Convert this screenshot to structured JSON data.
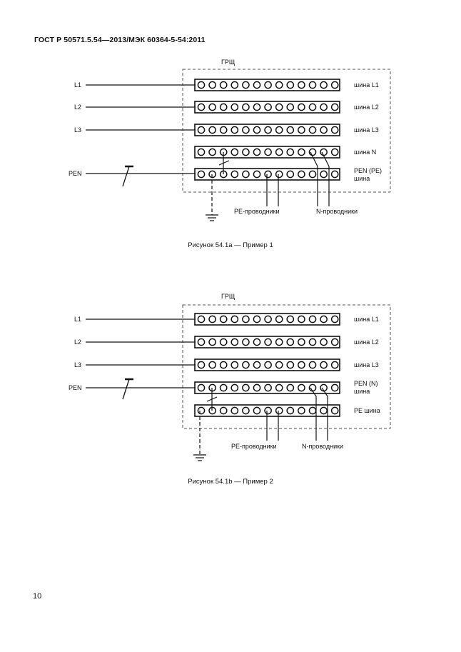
{
  "header": {
    "title": "ГОСТ Р 50571.5.54—2013/МЭК 60364-5-54:2011"
  },
  "page_number": "10",
  "figures": [
    {
      "panel_label": "ГРЩ",
      "inputs": [
        "L1",
        "L2",
        "L3",
        "PEN"
      ],
      "bus_labels": [
        "шина L1",
        "шина L2",
        "шина L3",
        "шина N",
        "PEN (PE)",
        "шина"
      ],
      "pe_conductors_label": "PE-проводники",
      "n_conductors_label": "N-проводники",
      "caption": "Рисунок 54.1a — Пример 1"
    },
    {
      "panel_label": "ГРЩ",
      "inputs": [
        "L1",
        "L2",
        "L3",
        "PEN"
      ],
      "bus_labels": [
        "шина L1",
        "шина L2",
        "шина L3",
        "PEN (N)",
        "шина",
        "PE шина"
      ],
      "pe_conductors_label": "PE-проводники",
      "n_conductors_label": "N-проводники",
      "caption": "Рисунок 54.1b — Пример 2"
    }
  ]
}
